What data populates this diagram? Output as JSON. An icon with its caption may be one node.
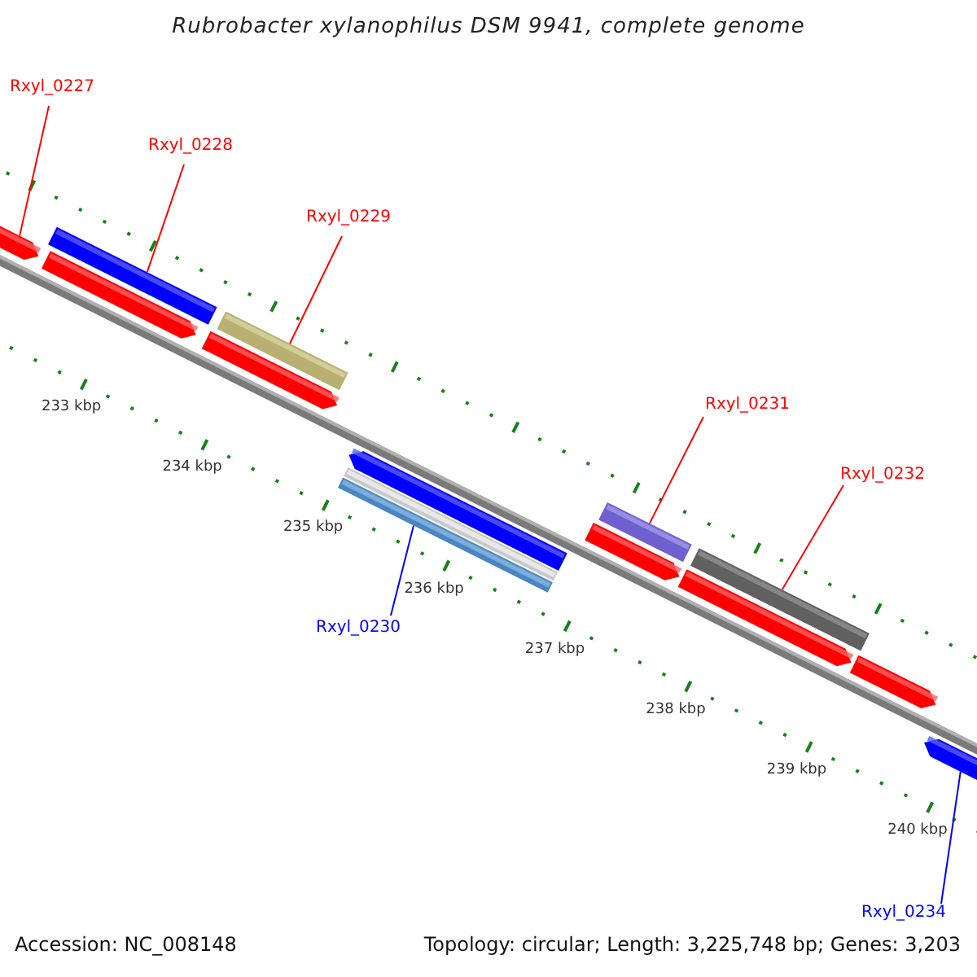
{
  "diagram": {
    "title": "Rubrobacter xylanophilus DSM 9941, complete genome",
    "nodes": [
      {
        "text": [
          "Rxyl_0227"
        ]
      },
      {
        "text": [
          "Rxyl_0228"
        ]
      },
      {
        "text": [
          "Rxyl_0229"
        ]
      },
      {
        "text": [
          "Rxyl_0231"
        ]
      },
      {
        "text": [
          "Rxyl_0232"
        ]
      },
      {
        "text": [
          "Rxyl_0230"
        ]
      },
      {
        "text": [
          "Rxyl_0234"
        ]
      },
      {
        "text": [],
        "shape": "arrow"
      },
      {
        "text": [],
        "shape": "bar"
      },
      {
        "text": [],
        "shape": "bar"
      },
      {
        "text": [],
        "shape": "bar"
      },
      {
        "text": [],
        "shape": "bar"
      },
      {
        "text": [],
        "shape": "bar"
      },
      {
        "text": [],
        "shape": "arrow"
      },
      {
        "text": [],
        "shape": "arrow"
      },
      {
        "text": [],
        "shape": "arrow"
      },
      {
        "text": [],
        "shape": "arrow"
      },
      {
        "text": [],
        "shape": "bar"
      },
      {
        "text": [],
        "shape": "arrow"
      },
      {
        "text": [],
        "shape": "arrow"
      },
      {
        "text": [],
        "shape": "arrow"
      }
    ],
    "edges": [
      {
        "from": 0,
        "to": 7,
        "arrow": "none"
      },
      {
        "from": 1,
        "to": 8,
        "arrow": "none"
      },
      {
        "from": 2,
        "to": 9,
        "arrow": "none"
      },
      {
        "from": 3,
        "to": 11,
        "arrow": "none"
      },
      {
        "from": 4,
        "to": 12,
        "arrow": "none"
      },
      {
        "from": 5,
        "to": 10,
        "arrow": "none",
        "color": "#0000ff"
      },
      {
        "from": 6,
        "to": 13,
        "arrow": "none",
        "color": "#0000ff"
      }
    ],
    "labels": [
      "233 kbp",
      "234 kbp",
      "235 kbp",
      "236 kbp",
      "237 kbp",
      "238 kbp",
      "239 kbp",
      "240 kbp",
      "Accession: NC_008148",
      "Topology: circular; Length: 3,225,748 bp; Genes: 3,203"
    ]
  }
}
